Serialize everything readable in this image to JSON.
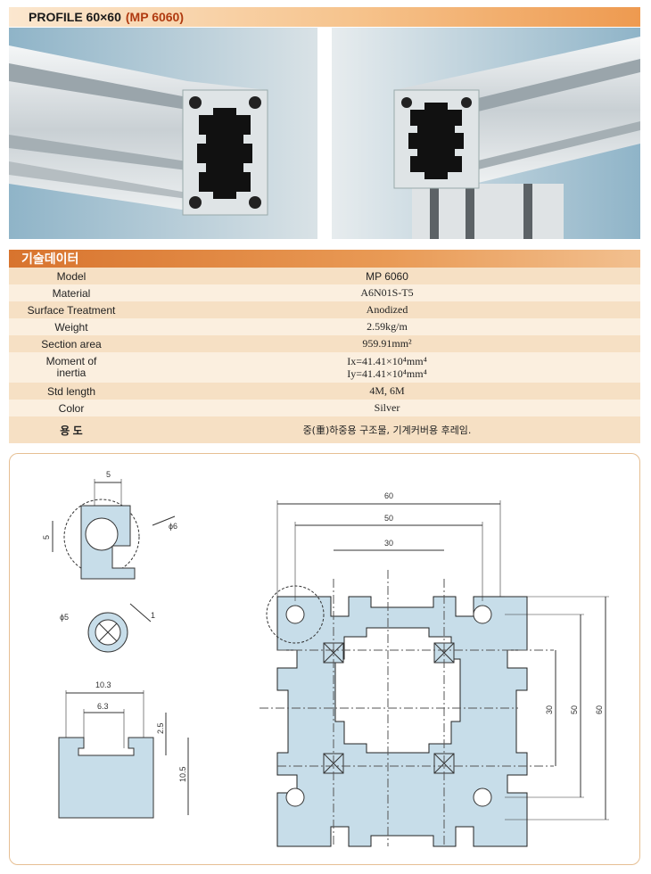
{
  "header": {
    "title": "PROFILE 60×60",
    "model": "(MP 6060)"
  },
  "spec_section": {
    "title": "기술데이터"
  },
  "spec": [
    {
      "label": "Model",
      "value": "MP 6060"
    },
    {
      "label": "Material",
      "value": "A6N01S-T5"
    },
    {
      "label": "Surface Treatment",
      "value": "Anodized"
    },
    {
      "label": "Weight",
      "value": "2.59kg/m"
    },
    {
      "label": "Section area",
      "value": "959.91mm²"
    },
    {
      "label": "Moment of inertia",
      "value": "Ix=41.41×10⁴mm⁴",
      "value2": "Iy=41.41×10⁴mm⁴"
    },
    {
      "label": "Std length",
      "value": "4M, 6M"
    },
    {
      "label": "Color",
      "value": "Silver"
    },
    {
      "label": "용 도",
      "value": "중(重)하중용 구조물, 기계커버용 후레임."
    }
  ],
  "dimensions": {
    "main_60_top": "60",
    "main_50_top": "50",
    "main_30_top": "30",
    "main_30_side": "30",
    "main_50_side": "50",
    "main_60_side": "60",
    "detail_slot_5": "5",
    "detail_slot_5_side": "5",
    "detail_phi6": "ϕ6",
    "detail_phi5": "ϕ5",
    "detail_1": "1",
    "groove_10_3": "10.3",
    "groove_6_3": "6.3",
    "groove_2_5": "2.5",
    "groove_10_5": "10.5"
  }
}
